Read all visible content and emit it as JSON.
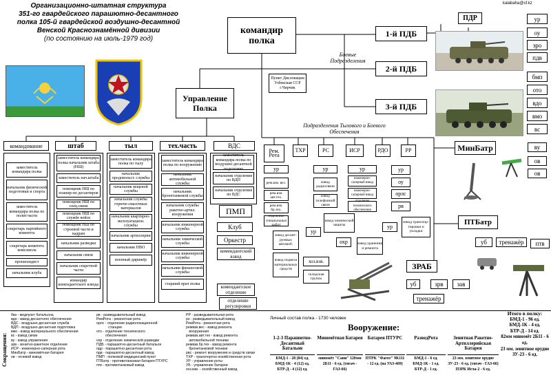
{
  "header": {
    "line1": "Организационно-штатная структура",
    "line2": "351-го гвардейского парашютно-десантного",
    "line3": "полка 105-й гвардейской воздушно-десантной",
    "line4": "Венской Краснознамённой дивизии",
    "line5": "(по состоянию на июль-1979 год)"
  },
  "credit": "kalabaha@sf.kz",
  "commander": "командир полка",
  "management": "Управление Полка",
  "combat_label": "Боевые Подразделения",
  "location_box": "Пункт Дислокации Узбекская ССР г.Чирчик",
  "pdb": [
    "1-й ПДБ",
    "2-й ПДБ",
    "3-й ПДБ"
  ],
  "pdr": "ПДР",
  "pdr_items": [
    "ур",
    "оу",
    "зро",
    "пдв"
  ],
  "bmp_items": [
    "бмп",
    "ото",
    "вдо",
    "вмо",
    "вс"
  ],
  "support_label": "Подразделения Тылового и Боевого Обеспечения",
  "mgmt_cols": [
    "командование",
    "штаб",
    "тыл",
    "тех.часть",
    "ВДС"
  ],
  "komand": [
    "заместитель командира полка",
    "начальник физической подготовки и спорта",
    "заместитель командира полка по полит.части",
    "секретарь партийного комитета",
    "секретарь комитета комсомола",
    "пропагандист",
    "начальник клуба"
  ],
  "shtab": [
    "заместитель командира полка начальник штаба (НШ)",
    "заместитель нач.штаба",
    "помощник НШ по планир-но десантиров",
    "помощник НШ по спец.связи",
    "помощник НШ по службе войск",
    "помощник НШ по строевой части и кадрам",
    "начальник разведки",
    "начальник связи",
    "начальник секретной части",
    "командир комендантского взвода"
  ],
  "tyl": [
    "заместитель командира полка по тылу",
    "начальник продовольст. службы",
    "начальник вещевой службы",
    "начальник службы горюче-смазочных материалов",
    "начальник квартирно-эксплуатацион. службы",
    "начальник артиллерии",
    "начальник ПВО",
    "военный дирижёр"
  ],
  "tech": [
    "заместитель командира полка по вооружению",
    "начальник автомобильной службы",
    "начальник бронетанковой службы",
    "начальник службы ракетно-артил. вооружения",
    "начальник инженерной службы",
    "начальник химической службы",
    "начальник инженерной службы",
    "начальник финансовой службы",
    "старший врач полка"
  ],
  "vds": [
    "заместитель командира полка по воздушно-десантной подготовке",
    "начальник отделения по ВДП",
    "начальник отделения по ВДС"
  ],
  "pmp": "ПМП",
  "klub": "Клуб",
  "orkestr": "Оркестр",
  "komendantsky": "комендантский взвод",
  "kom_otd": "комендантское отделение",
  "otd_reg": "отделение регулировки",
  "support_units": [
    "Рем. Рота",
    "ТХР",
    "РС",
    "ИСР",
    "РДО",
    "РР"
  ],
  "rem_items": [
    "ур",
    "рем.взв. вес.",
    "рем.взв. авт.тех.",
    "рем.взв. бр.тех.",
    "отделение специальных работ"
  ],
  "rs_items": [
    "ур",
    "взвод радиосвязи",
    "взвод телефонной связи"
  ],
  "isr_items": [
    "ур",
    "инженерно-саперный взвод",
    "инженерно-саперный взвод",
    "отделение технического обеспечения"
  ],
  "rr_items": [
    "ур",
    "оу",
    "орлс",
    "рв"
  ],
  "txr_items": [
    "взвод химической защиты",
    "охр"
  ],
  "rdo_items": [
    "ур",
    "взвод транспор-тировки и укладки"
  ],
  "rdo2": [
    "взвод хранения и ремонта"
  ],
  "vzvod_list": [
    "взвод десант-руемых автомоб.",
    "взвод подвоза материальных средств",
    "ур",
    "хоз.взв.",
    "складская группа"
  ],
  "minbatr": "МинБатр",
  "minbatr_items": [
    "ву",
    "ов",
    "ов"
  ],
  "ptbatr": "ПТБатр",
  "ptbatr_items": [
    "уб",
    "тренажёр",
    "птв"
  ],
  "zrab": "ЗРАБ",
  "zrab_items": [
    "уб",
    "зрв",
    "зав",
    "тренажёр"
  ],
  "personnel": "Личный состав полка - 1730 человек",
  "armament_title": "Вооружение:",
  "arm_cols": [
    {
      "h": "1-2-3 Парашютно-Десантный Батальон",
      "v": "БМД-1 - 28 (84) ед.\nБМД-1К - 4 (12) ед.\nБТР-Д - 4 (12) ед."
    },
    {
      "h": "Миномётная Батарея",
      "v": "миномёт \"Сани\" 120мм 2Б11 - 6 ед. (тягач - ГАЗ-66)"
    },
    {
      "h": "Батарея ПТУРС",
      "v": "ПТРК \"Фагот\" 9К111 - 12 ед. (на УАЗ-469)"
    },
    {
      "h": "РазведРота",
      "v": "БМД-1 - 6 ед.\nБМД-1К - 1 ед.\nБТР-Д - 1 ед."
    },
    {
      "h": "Зенитная Ракетно-Артиллерийская Батарея",
      "v": "23 мм. зенитное орудие ЗУ-23 - 6 ед. (тягач - ГАЗ-66)\nПЗРК Игла-2 - 6 ед."
    }
  ],
  "total": {
    "h": "Итого в полку:",
    "v": "БМД-1 - 96 ед.\nБМД-1К - 4 ед.\nБТР-Д - 14 ед.\n82мм миномёт 2Б11 - 6 ед.\n23 мм. зенитное орудие ЗУ-23 - 6 ед."
  },
  "legend_title": "Сокращения:",
  "legend1": "бвз - медпункт батальона\nвдо - взвод десантного обеспечения\nВДС - воздушно-десантная служба\nВДП - воздушно-десантная подготовка\nвмо - взвод материального обеспечения\nвс - взвод связи\nву - взвод управления\nзрв - зенитно-ракетное отделение\nИСР - инженерно-саперная рота\nМинБатр - миномётная батарея\nов - огневой взвод",
  "legend2": "рв - разведывательный взвод\nРемРота - ремонтная рота\nорлс - отделение радиолокационной\n            станции\nото - отделение технического\n         обеспечения\nохр - отделение химической разведки\nПДБ - парашютно-десантный батальон\nпдр - парашютно-десантная рота\nпдв - парашютно-десантный взвод\nПМП - полковой медицинский пункт\nПТБатр - противотанковая батарея ПТУРС\nптв - противотанковый взвод",
  "legend3": "РР - разведывательная рота\nрз - разведывательный взвод\nРемРота - ремонтная рота\nремвзв.вес - взвод ремонта\n   вооружения\nремвзв.авт.тех - взвод ремонта\n   автомобильной техники\nремвзв.бр.тех - взвод ремонта\n   бронетанковой техники\nрвс - ремонт вооружения и средств связи\nТХР - транспортно-хозяйственная рота\nУР - управление роты\nУБ - управление батареи\nхоз.взв. - хозяйственный взвод"
}
